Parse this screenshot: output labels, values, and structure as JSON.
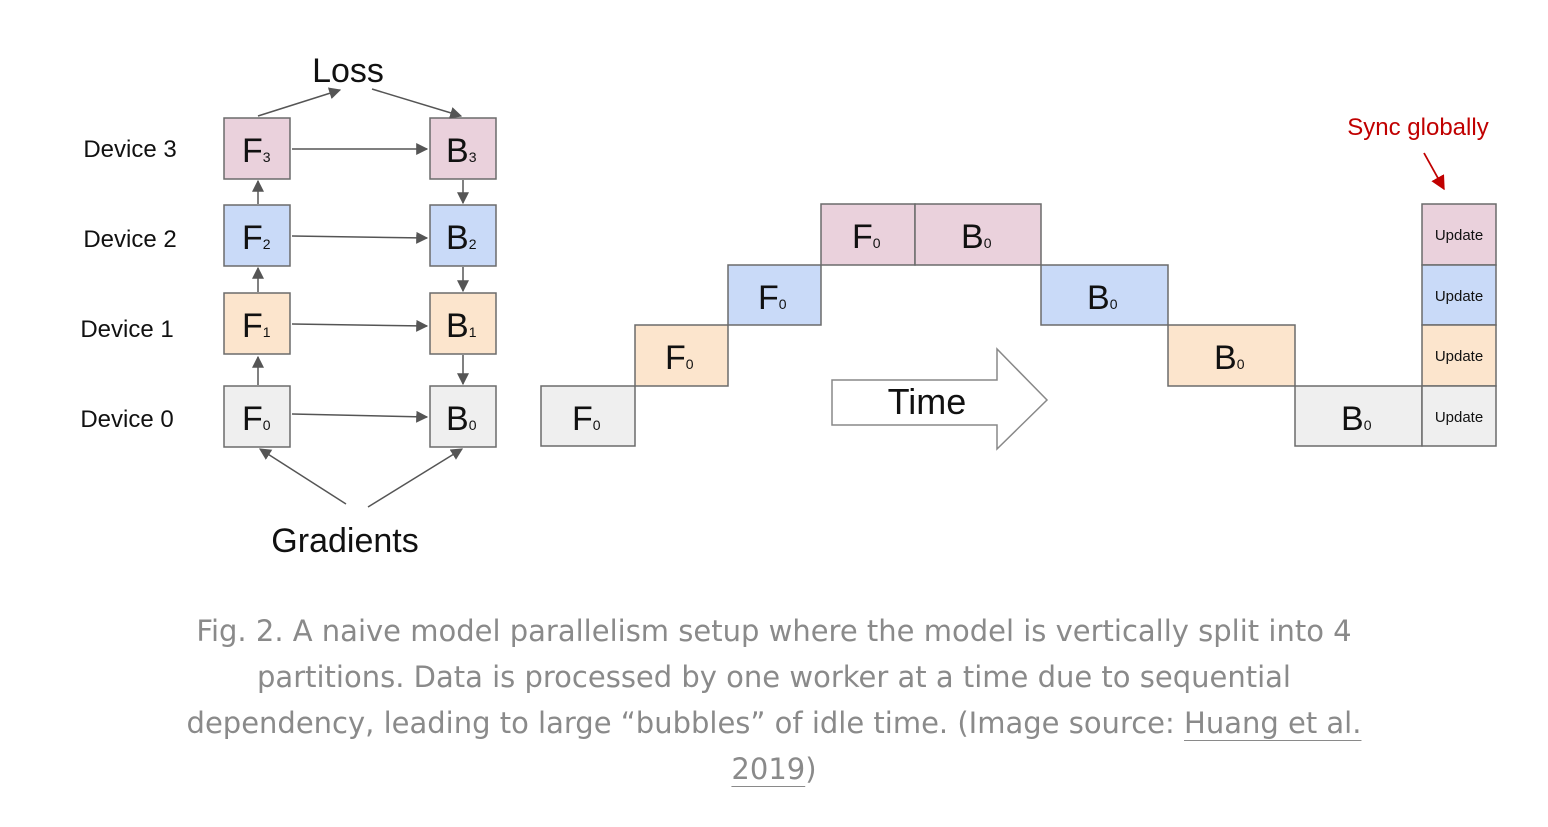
{
  "colors": {
    "device0": "#efefef",
    "device1": "#fce5cd",
    "device2": "#c9daf8",
    "device3": "#ead1dc",
    "border": "#6b6b6b",
    "arrow": "#555555",
    "sync": "#c00000"
  },
  "left": {
    "loss": "Loss",
    "gradients": "Gradients",
    "devices": [
      "Device 0",
      "Device 1",
      "Device 2",
      "Device 3"
    ],
    "forward": [
      {
        "letter": "F",
        "sub": "0"
      },
      {
        "letter": "F",
        "sub": "1"
      },
      {
        "letter": "F",
        "sub": "2"
      },
      {
        "letter": "F",
        "sub": "3"
      }
    ],
    "backward": [
      {
        "letter": "B",
        "sub": "0"
      },
      {
        "letter": "B",
        "sub": "1"
      },
      {
        "letter": "B",
        "sub": "2"
      },
      {
        "letter": "B",
        "sub": "3"
      }
    ]
  },
  "timeline": {
    "time_label": "Time",
    "sync_label": "Sync globally",
    "update_label": "Update",
    "forward_steps": [
      {
        "letter": "F",
        "sub": "0"
      },
      {
        "letter": "F",
        "sub": "0"
      },
      {
        "letter": "F",
        "sub": "0"
      },
      {
        "letter": "F",
        "sub": "0"
      }
    ],
    "backward_steps": [
      {
        "letter": "B",
        "sub": "0"
      },
      {
        "letter": "B",
        "sub": "0"
      },
      {
        "letter": "B",
        "sub": "0"
      },
      {
        "letter": "B",
        "sub": "0"
      }
    ]
  },
  "caption": {
    "text": "Fig. 2. A naive model parallelism setup where the model is vertically split into 4 partitions. Data is processed by one worker at a time due to sequential dependency, leading to large “bubbles” of idle time. (Image source: ",
    "link": "Huang et al. 2019",
    "suffix": ")"
  }
}
